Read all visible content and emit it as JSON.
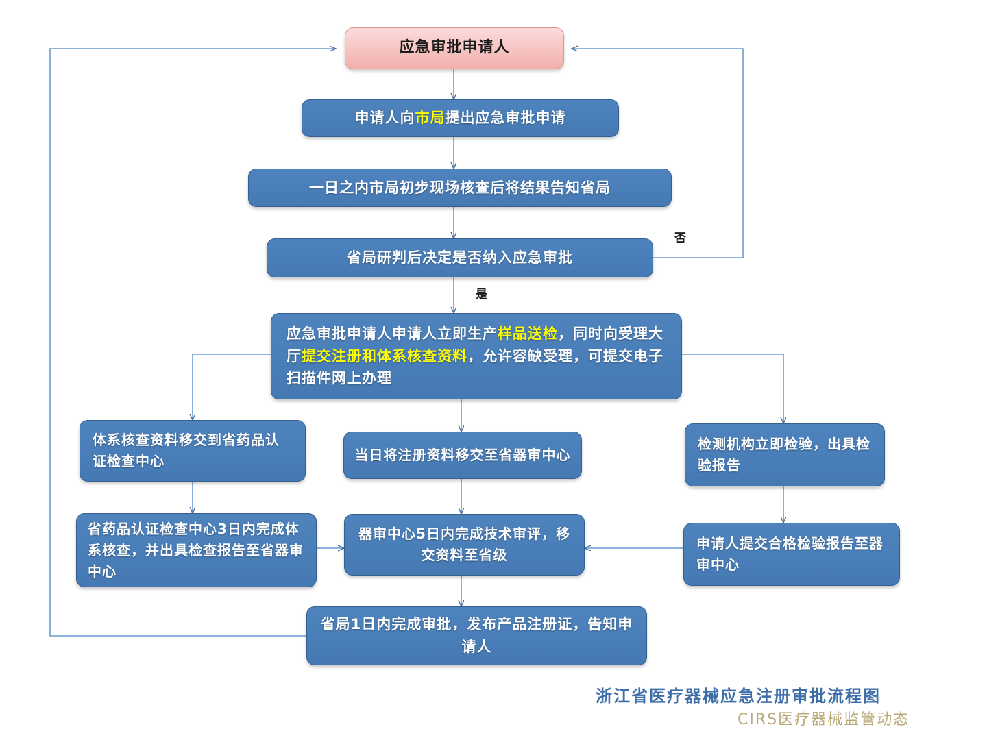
{
  "document": {
    "title": "浙江省医疗器械应急注册审批流程图",
    "watermark": "CIRS医疗器械监管动态",
    "title_color": "#3e6ea8",
    "watermark_color": "#b9a978",
    "node_fill_color": "#4a7fba",
    "start_fill_color": "#f6c3c0",
    "connector_color": "#6a9bd1",
    "highlight_color": "#ffff00"
  },
  "nodes": {
    "start": {
      "label": "应急审批申请人",
      "type": "start"
    },
    "n1": {
      "segments": [
        {
          "text": "申请人向",
          "highlight": false
        },
        {
          "text": "市局",
          "highlight": true
        },
        {
          "text": "提出应急审批申请",
          "highlight": false
        }
      ]
    },
    "n2": {
      "segments": [
        {
          "text": "一日之内市局初步现场核查后将结果告知省局",
          "highlight": false
        }
      ]
    },
    "n3": {
      "segments": [
        {
          "text": "省局研判后决定是否纳入应急审批",
          "highlight": false
        }
      ]
    },
    "n4": {
      "segments": [
        {
          "text": "应急审批申请人申请人立即生产",
          "highlight": false
        },
        {
          "text": "样品送检",
          "highlight": true
        },
        {
          "text": "，同时向受理大厅",
          "highlight": false
        },
        {
          "text": "提交注册和体系核查资料",
          "highlight": true
        },
        {
          "text": "，允许容缺受理，可提交电子扫描件网上办理",
          "highlight": false
        }
      ]
    },
    "n5_left": {
      "segments": [
        {
          "text": "体系核查资料移交到省药品认证检查中心",
          "highlight": false
        }
      ]
    },
    "n5_center": {
      "segments": [
        {
          "text": "当日将注册资料移交至省器审中心",
          "highlight": false
        }
      ]
    },
    "n5_right": {
      "segments": [
        {
          "text": "检测机构立即检验，出具检验报告",
          "highlight": false
        }
      ]
    },
    "n6_left": {
      "segments": [
        {
          "text": "省药品认证检查中心3日内完成体系核查，并出具检查报告至省器审中心",
          "highlight": false
        }
      ]
    },
    "n6_center": {
      "segments": [
        {
          "text": "器审中心5日内完成技术审评，移交资料至省级",
          "highlight": false
        }
      ]
    },
    "n6_right": {
      "segments": [
        {
          "text": "申请人提交合格检验报告至器审中心",
          "highlight": false
        }
      ]
    },
    "n7": {
      "segments": [
        {
          "text": "省局1日内完成审批，发布产品注册证，告知申请人",
          "highlight": false
        }
      ]
    }
  },
  "edge_labels": {
    "no": "否",
    "yes": "是"
  }
}
